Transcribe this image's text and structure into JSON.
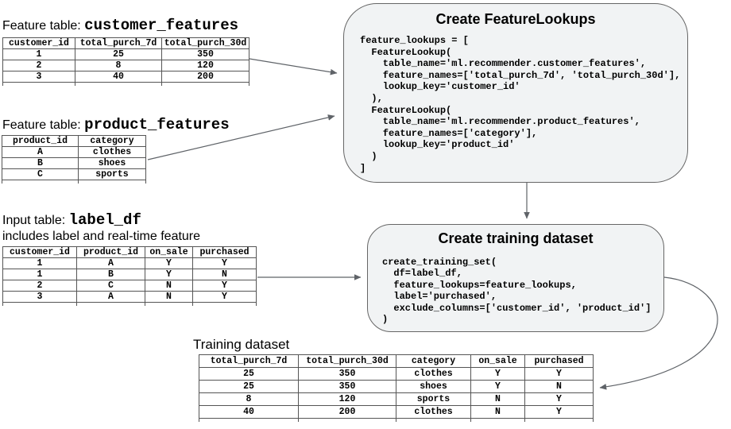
{
  "diagram": {
    "feature_table_1": {
      "title_prefix": "Feature table: ",
      "title_name": "customer_features",
      "headers": [
        "customer_id",
        "total_purch_7d",
        "total_purch_30d"
      ],
      "rows": [
        [
          "1",
          "25",
          "350"
        ],
        [
          "2",
          "8",
          "120"
        ],
        [
          "3",
          "40",
          "200"
        ]
      ]
    },
    "feature_table_2": {
      "title_prefix": "Feature table: ",
      "title_name": "product_features",
      "headers": [
        "product_id",
        "category"
      ],
      "rows": [
        [
          "A",
          "clothes"
        ],
        [
          "B",
          "shoes"
        ],
        [
          "C",
          "sports"
        ]
      ]
    },
    "input_table": {
      "title_prefix": "Input table: ",
      "title_name": "label_df",
      "subtitle": "includes label and real-time feature",
      "headers": [
        "customer_id",
        "product_id",
        "on_sale",
        "purchased"
      ],
      "rows": [
        [
          "1",
          "A",
          "Y",
          "Y"
        ],
        [
          "1",
          "B",
          "Y",
          "N"
        ],
        [
          "2",
          "C",
          "N",
          "Y"
        ],
        [
          "3",
          "A",
          "N",
          "Y"
        ]
      ]
    },
    "training_table": {
      "title": "Training dataset",
      "headers": [
        "total_purch_7d",
        "total_purch_30d",
        "category",
        "on_sale",
        "purchased"
      ],
      "rows": [
        [
          "25",
          "350",
          "clothes",
          "Y",
          "Y"
        ],
        [
          "25",
          "350",
          "shoes",
          "Y",
          "N"
        ],
        [
          "8",
          "120",
          "sports",
          "N",
          "Y"
        ],
        [
          "40",
          "200",
          "clothes",
          "N",
          "Y"
        ]
      ]
    },
    "box_feature_lookups": {
      "title": "Create FeatureLookups",
      "code": "feature_lookups = [\n  FeatureLookup(\n    table_name='ml.recommender.customer_features',\n    feature_names=['total_purch_7d', 'total_purch_30d'],\n    lookup_key='customer_id'\n  ),\n  FeatureLookup(\n    table_name='ml.recommender.product_features',\n    feature_names=['category'],\n    lookup_key='product_id'\n  )\n]"
    },
    "box_training_set": {
      "title": "Create training dataset",
      "code": "create_training_set(\n  df=label_df,\n  feature_lookups=feature_lookups,\n  label='purchased',\n  exclude_columns=['customer_id', 'product_id']\n)"
    },
    "colors": {
      "box_fill": "#f1f3f4",
      "box_border": "#666666",
      "arrow": "#5f6368",
      "table_border": "#555555",
      "text": "#000000",
      "background": "#ffffff"
    }
  }
}
